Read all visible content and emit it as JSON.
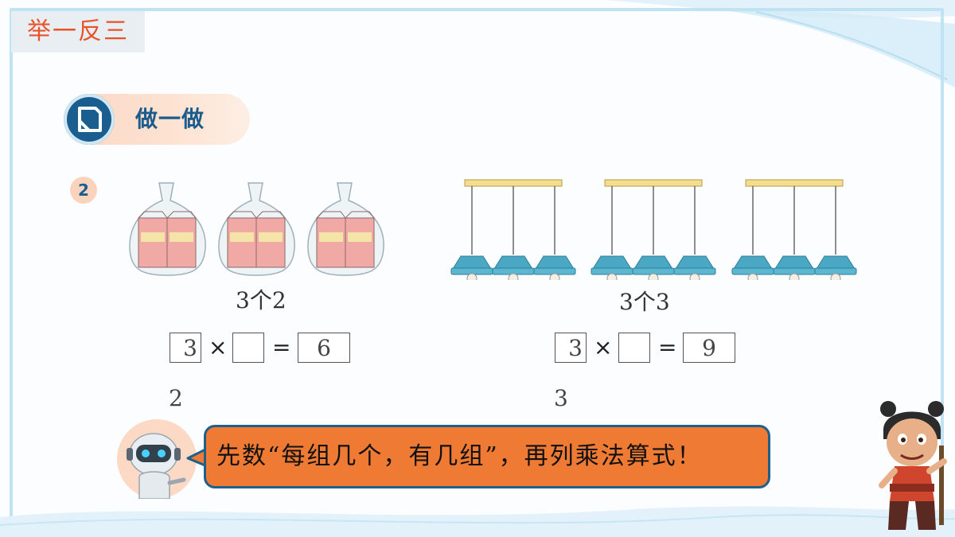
{
  "header": {
    "section_tag": "举一反三"
  },
  "activity": {
    "label": "做一做",
    "icon": "note-icon"
  },
  "exercise": {
    "number": "2",
    "left": {
      "caption": "3个2",
      "equation": {
        "box1": "3",
        "times": "×",
        "box2": "",
        "equals": "=",
        "result": "6"
      },
      "answer": "2",
      "items": "milk-bag-icon"
    },
    "right": {
      "caption": "3个3",
      "equation": {
        "box1": "3",
        "times": "×",
        "box2": "",
        "equals": "=",
        "result": "9"
      },
      "answer": "3",
      "items": "pendant-lamp-icon"
    }
  },
  "hint": {
    "text": "先数“每组几个，有几组”，再列乘法算式！",
    "speaker_icon": "robot-icon"
  },
  "mascot": {
    "icon": "cartoon-boy-icon"
  },
  "colors": {
    "accent": "#e8542a",
    "navy": "#1a5e8f",
    "bubble": "#ee7a33",
    "lamp": "#4aa8c4"
  }
}
